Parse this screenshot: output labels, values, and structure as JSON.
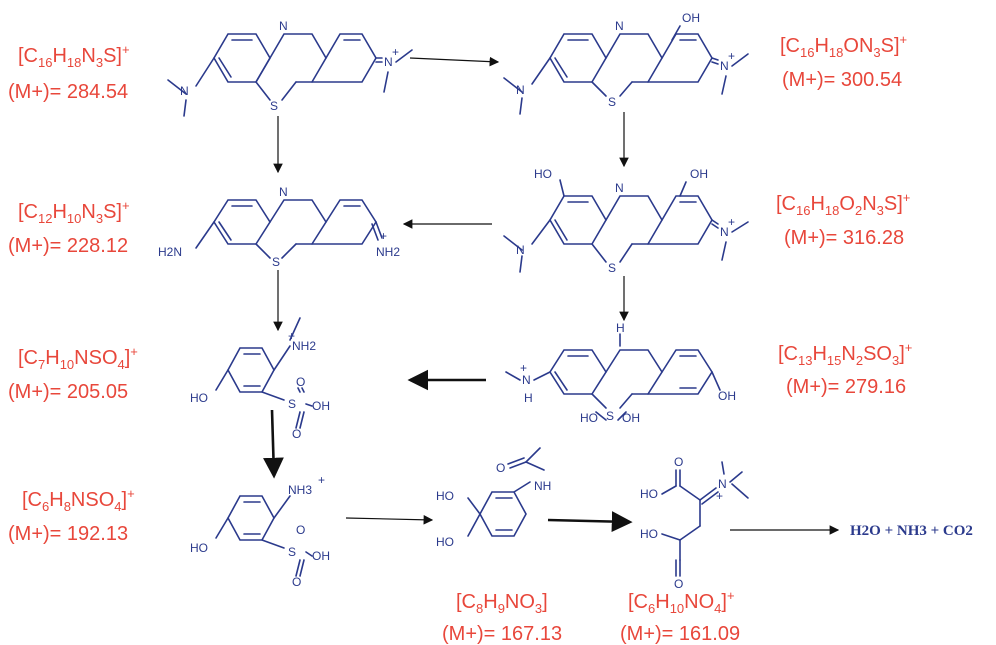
{
  "labels": {
    "c1": {
      "formula_base": "[C",
      "f1": "16",
      "f2": "H",
      "f3": "18",
      "f4": "N",
      "f5": "3",
      "f6": "S]",
      "f7": "+",
      "mass": "(M+)= 284.54"
    },
    "c2": {
      "formula_base": "[C",
      "f1": "16",
      "f2": "H",
      "f3": "18",
      "f4": "ON",
      "f5": "3",
      "f6": "S]",
      "f7": "+",
      "mass": "(M+)= 300.54"
    },
    "c3": {
      "formula_base": "[C",
      "f1": "12",
      "f2": "H",
      "f3": "10",
      "f4": "N",
      "f5": "3",
      "f6": "S]",
      "f7": "+",
      "mass": "(M+)= 228.12"
    },
    "c4": {
      "formula_base": "[C",
      "f1": "16",
      "f2": "H",
      "f3": "18",
      "f4": "O",
      "f5": "2",
      "f6": "N",
      "f8": "3",
      "f9": "S]",
      "f7": "+",
      "mass": "(M+)= 316.28"
    },
    "c5": {
      "formula_base": "[C",
      "f1": "7",
      "f2": "H",
      "f3": "10",
      "f4": "NSO",
      "f5": "4",
      "f6": "]",
      "f7": "+",
      "mass": "(M+)= 205.05"
    },
    "c6": {
      "formula_base": "[C",
      "f1": "13",
      "f2": "H",
      "f3": "15",
      "f4": "N",
      "f5": "2",
      "f6": "SO",
      "f8": "3",
      "f9": "]",
      "f7": "+",
      "mass": "(M+)= 279.16"
    },
    "c7": {
      "formula_base": "[C",
      "f1": "6",
      "f2": "H",
      "f3": "8",
      "f4": "NSO",
      "f5": "4",
      "f6": "]",
      "f7": "+",
      "mass": "(M+)= 192.13"
    },
    "c8": {
      "formula_base": "[C",
      "f1": "8",
      "f2": "H",
      "f3": "9",
      "f4": "NO",
      "f5": "3",
      "f6": "]",
      "mass": "(M+)= 167.13"
    },
    "c9": {
      "formula_base": "[C",
      "f1": "6",
      "f2": "H",
      "f3": "10",
      "f4": "NO",
      "f5": "4",
      "f6": "]",
      "f7": "+",
      "mass": "(M+)= 161.09"
    }
  },
  "atoms": {
    "N": "N",
    "S": "S",
    "OH": "OH",
    "HO": "HO",
    "H2N": "H2N",
    "NH2": "NH2",
    "NH3": "NH3",
    "H": "H",
    "O": "O",
    "NH": "NH",
    "plus": "+"
  },
  "products": "H2O + NH3 + CO2"
}
